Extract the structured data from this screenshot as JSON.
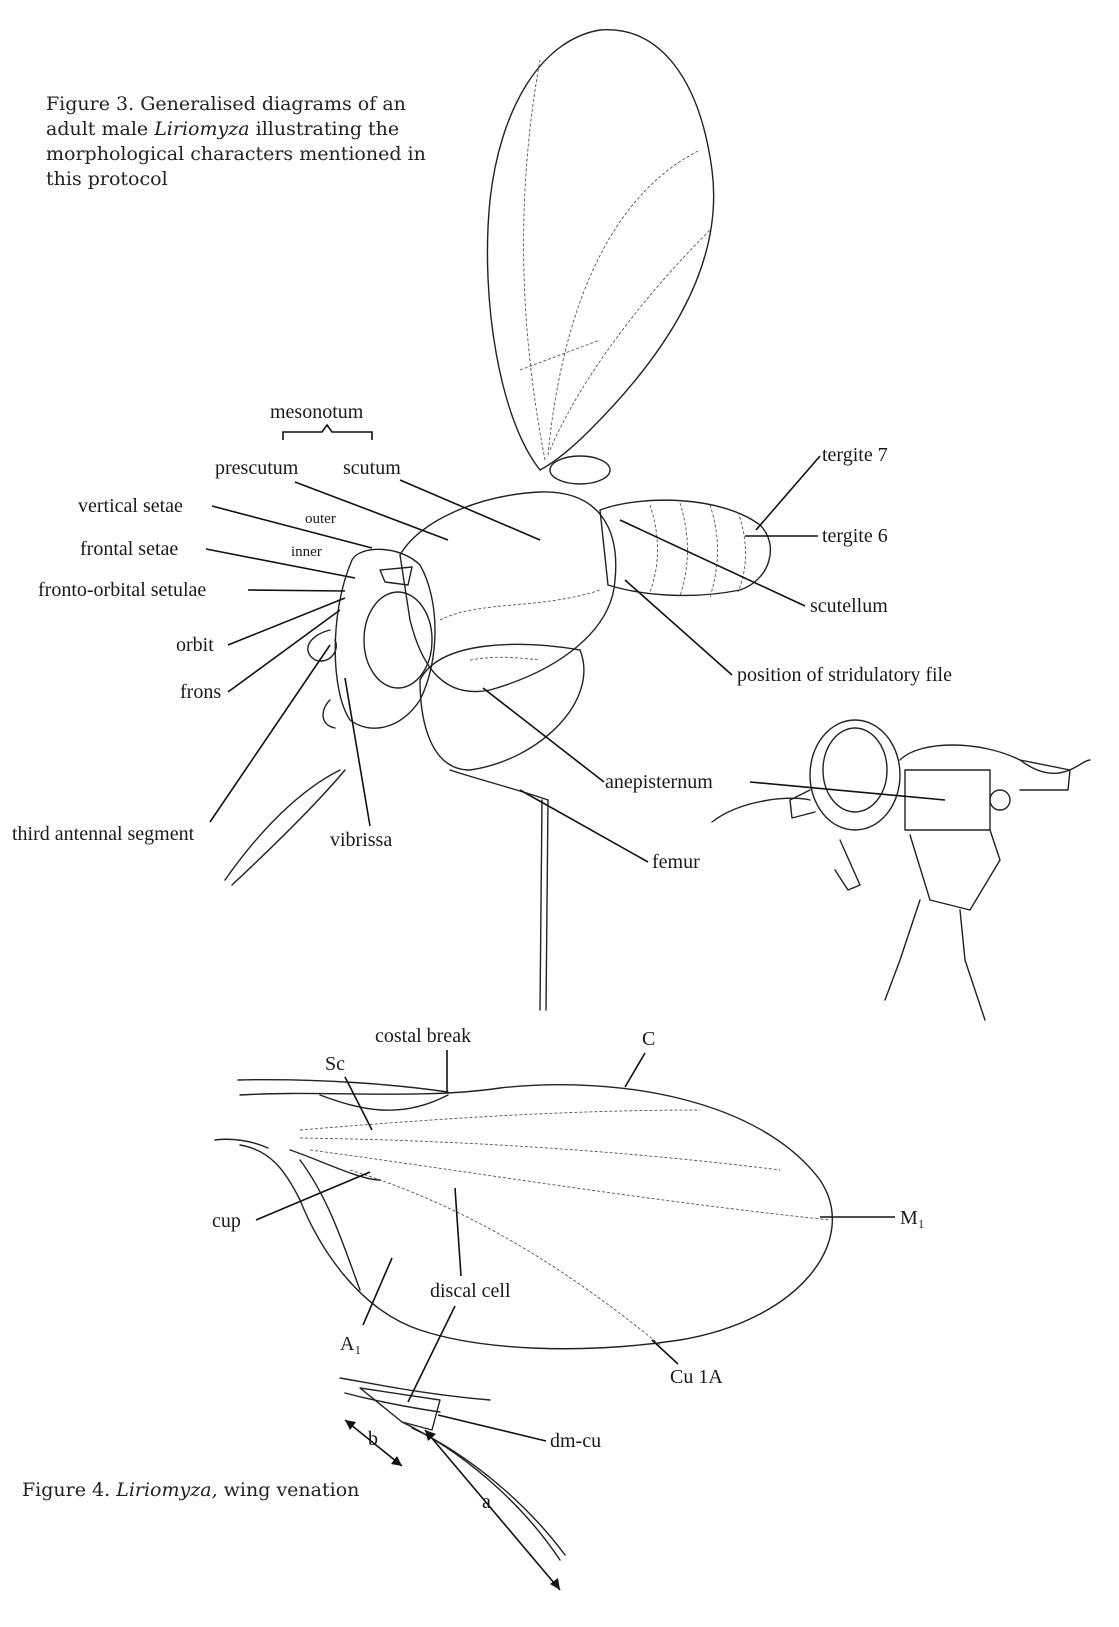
{
  "figure3": {
    "caption_prefix": "Figure 3. Generalised diagrams of an adult male ",
    "caption_italic": "Liriomyza",
    "caption_suffix": " illustrating the morphological characters mentioned in this protocol",
    "labels": {
      "mesonotum": "mesonotum",
      "prescutum": "prescutum",
      "scutum": "scutum",
      "vertical_setae": "vertical setae",
      "outer": "outer",
      "inner": "inner",
      "frontal_setae": "frontal setae",
      "fronto_orbital_setulae": "fronto-orbital setulae",
      "orbit": "orbit",
      "frons": "frons",
      "third_antennal_segment": "third antennal segment",
      "vibrissa": "vibrissa",
      "tergite_7": "tergite 7",
      "tergite_6": "tergite 6",
      "scutellum": "scutellum",
      "stridulatory_file": "position of stridulatory file",
      "anepisternum": "anepisternum",
      "femur": "femur"
    }
  },
  "figure4": {
    "caption_prefix": "Figure 4. ",
    "caption_italic": "Liriomyza,",
    "caption_suffix": " wing venation",
    "labels": {
      "costal_break": "costal break",
      "sc": "Sc",
      "c": "C",
      "cup": "cup",
      "m1": "M₁",
      "discal_cell": "discal cell",
      "a1": "A₁",
      "cu1a": "Cu 1A",
      "dm_cu": "dm-cu",
      "b": "b",
      "a": "a"
    }
  }
}
